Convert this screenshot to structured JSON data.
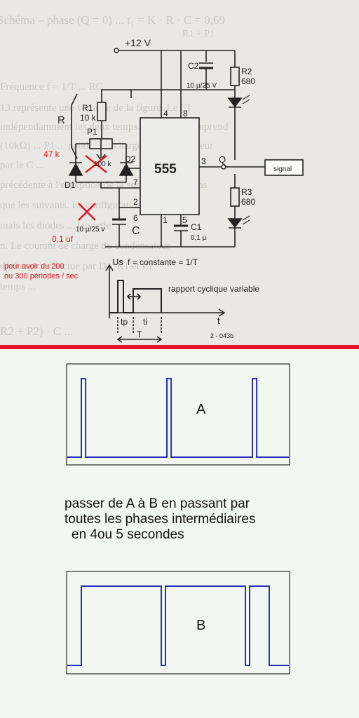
{
  "scan": {
    "background_text": [
      "Schéma – phase (Q = 0) ...    t₁ = K · R · C = 0,69",
      "R1 + P1",
      "Fréquence f = 1/T ... RC",
      "13 représente une variante de la figure. Le CI",
      "indépendamment les deux temps. Le circuit comprend",
      "(10kΩ) ... P1 ... pendant la charge du condensateur",
      "par le C ...",
      "précédente à l'exception de la sortie, ainsi la pens",
      "que les suivants. La configuration est",
      "mais les diodes ... la sortie",
      "n. Le courant de charge du condensateur",
      "décharge s'effectue par D1, R1 et P1",
      "temps ... ",
      "R2 + P2) · C ... "
    ],
    "supply_label": "+12 V",
    "c2_name": "C2",
    "c2_value": "10 µ/25 V",
    "r2_name": "R2",
    "r2_value": "680",
    "r1_name": "R1",
    "r1_value": "10 k",
    "p1_name": "P1",
    "p1_value": "100 k",
    "r_group_label": "R",
    "d1_name": "D1",
    "d2_name": "D2",
    "ic_label": "555",
    "pin_4": "4",
    "pin_8": "8",
    "pin_3": "3",
    "pin_7": "7",
    "pin_2": "2",
    "pin_6": "6",
    "pin_1": "1",
    "pin_5": "5",
    "q_label": "Q",
    "output_box": "signal",
    "r3_name": "R3",
    "r3_value": "680",
    "c1_name": "C1",
    "c1_value": "0,1 µ",
    "c_value": "10 µ/25 v",
    "c_name": "C",
    "us_label": "Us",
    "formula": "f = constante = 1/T",
    "duty_label": "rapport cyclique variable",
    "t_label": "t",
    "tp_label": "tp",
    "ti_label": "ti",
    "T_label": "T",
    "ref_label": "2 - 043b"
  },
  "annotations": {
    "resistor_value": "47 k",
    "cap_value": "0,1 uf",
    "period_note_1": "pour avoir du 200",
    "period_note_2": "ou 300 périodes / sec",
    "colors": {
      "red": "#e3121b",
      "divider": "#e8102a",
      "wave": "#2b2fb8"
    }
  },
  "waveform_a": {
    "label": "A",
    "duty_fraction": 0.05
  },
  "caption": {
    "line1": "passer de A à B en passant par",
    "line2": "toutes les phases intermédiaires",
    "line3": "en 4ou 5 secondes"
  },
  "waveform_b": {
    "label": "B",
    "duty_fraction": 0.95
  }
}
